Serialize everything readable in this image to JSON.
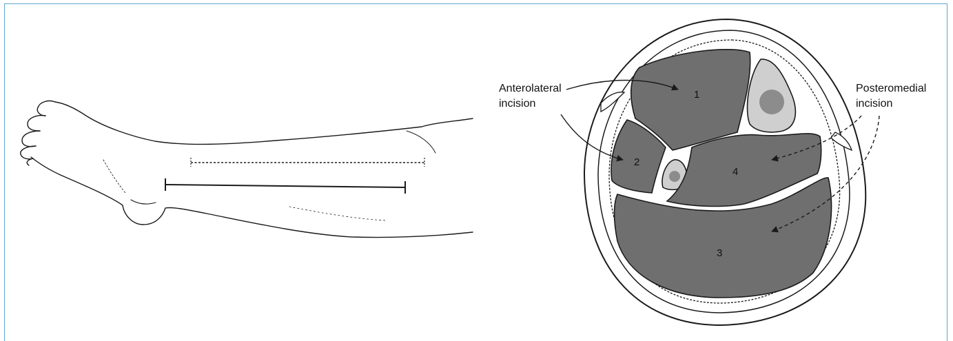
{
  "figure": {
    "leg_illustration": {
      "name": "lateral view of lower leg and foot",
      "incision_marks": [
        "dashed line",
        "solid line with end bars"
      ]
    },
    "cross_section": {
      "compartments": [
        {
          "id": "1",
          "label": "1"
        },
        {
          "id": "2",
          "label": "2"
        },
        {
          "id": "3",
          "label": "3"
        },
        {
          "id": "4",
          "label": "4"
        }
      ],
      "annotations": {
        "anterolateral_line1": "Anterolateral",
        "anterolateral_line2": "incision",
        "posteromedial_line1": "Posteromedial",
        "posteromedial_line2": "incision"
      }
    },
    "colors": {
      "compartment_fill": "#6f6f6f",
      "bone_fill": "#cfcfcf",
      "line": "#1a1a1a",
      "frame": "#5aa6cf"
    }
  }
}
